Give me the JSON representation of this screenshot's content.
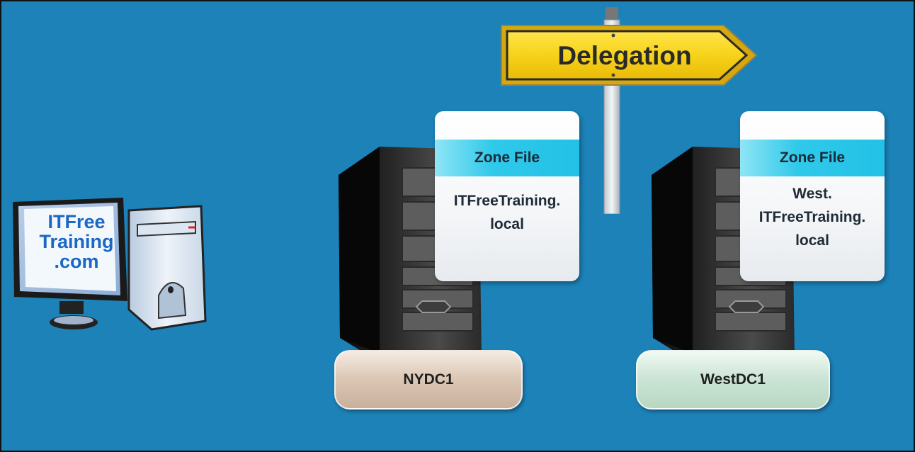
{
  "sign": {
    "label": "Delegation"
  },
  "pc": {
    "logo_lines": [
      "ITFree",
      "Training",
      ".com"
    ]
  },
  "servers": [
    {
      "name": "NYDC1",
      "zone_title": "Zone File",
      "zone_lines": [
        "ITFreeTraining.",
        "local"
      ]
    },
    {
      "name": "WestDC1",
      "zone_title": "Zone File",
      "zone_lines": [
        "West.",
        "ITFreeTraining.",
        "local"
      ]
    }
  ],
  "colors": {
    "background": "#1c82b8",
    "zone_band": "#23c1e6",
    "sign_yellow": "#f6d21a",
    "plate_ny": "#c8b09c",
    "plate_west": "#b7d7c2",
    "logo_text": "#1a67c4"
  },
  "icons": [
    "computer-icon",
    "server-tower-icon",
    "signpost-icon"
  ]
}
